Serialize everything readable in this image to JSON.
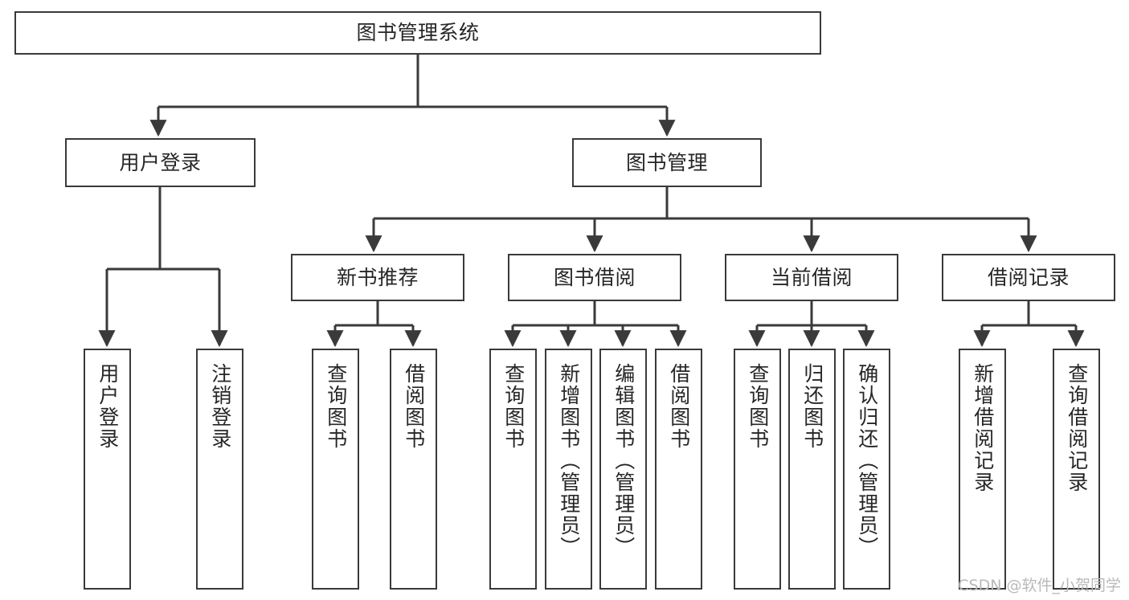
{
  "diagram": {
    "type": "tree",
    "title": "图书管理系统",
    "watermark": "CSDN @软件_小贺同学",
    "colors": {
      "box_border": "#3a3a3a",
      "box_fill": "#ffffff",
      "connector": "#3a3a3a",
      "text": "#262626",
      "watermark": "#b9b9b9",
      "background": "#ffffff"
    },
    "nodes": {
      "root": {
        "label": "图书管理系统"
      },
      "level2": [
        {
          "label": "用户登录"
        },
        {
          "label": "图书管理"
        }
      ],
      "level3": [
        {
          "label": "新书推荐"
        },
        {
          "label": "图书借阅"
        },
        {
          "label": "当前借阅"
        },
        {
          "label": "借阅记录"
        }
      ],
      "leaves": {
        "user_login": [
          {
            "label": "用户登录"
          },
          {
            "label": "注销登录"
          }
        ],
        "new_book_recommend": [
          {
            "label": "查询图书"
          },
          {
            "label": "借阅图书"
          }
        ],
        "book_borrow": [
          {
            "label": "查询图书"
          },
          {
            "label": "新增图书（管理员）"
          },
          {
            "label": "编辑图书（管理员）"
          },
          {
            "label": "借阅图书"
          }
        ],
        "current_borrow": [
          {
            "label": "查询图书"
          },
          {
            "label": "归还图书"
          },
          {
            "label": "确认归还（管理员）"
          }
        ],
        "borrow_record": [
          {
            "label": "新增借阅记录"
          },
          {
            "label": "查询借阅记录"
          }
        ]
      }
    }
  }
}
